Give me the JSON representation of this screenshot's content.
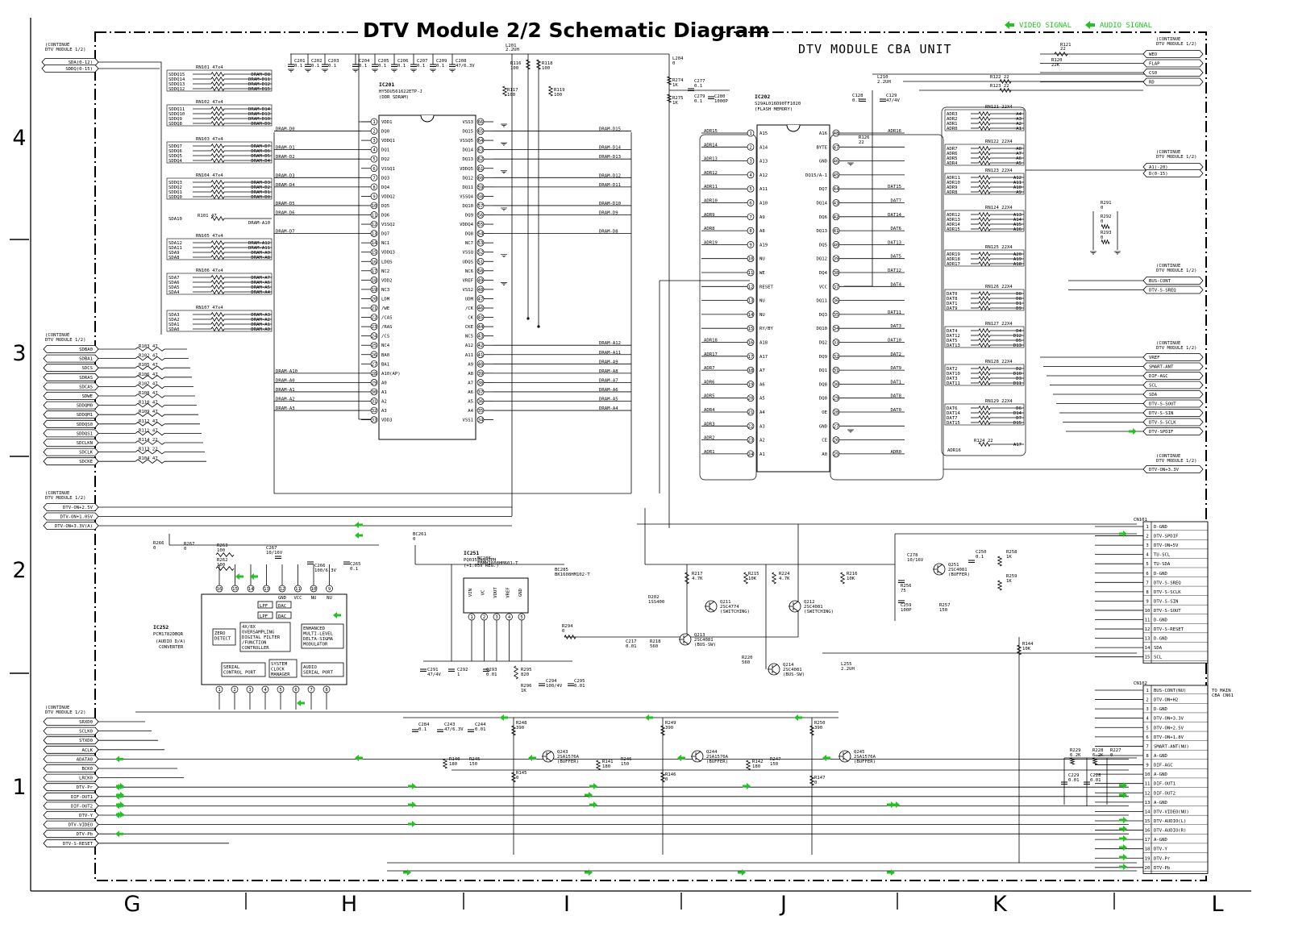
{
  "title": "DTV Module 2/2 Schematic Diagram",
  "unit_label": "DTV MODULE CBA UNIT",
  "legend": {
    "video": "VIDEO SIGNAL",
    "audio": "AUDIO SIGNAL",
    "color": "#22c222"
  },
  "grid": {
    "columns": [
      "G",
      "H",
      "I",
      "J",
      "K",
      "L"
    ],
    "rows": [
      "4",
      "3",
      "2",
      "1"
    ]
  },
  "continue": {
    "top_left": [
      "(CONTINUE",
      "DTV MODULE 1/2)"
    ],
    "mid_left": [
      "(CONTINUE",
      "DTV MODULE 1/2)"
    ],
    "pwr_left": [
      "(CONTINUE",
      "DTV MODULE 1/2)"
    ],
    "bot_left": [
      "(CONTINUE",
      "DTV MODULE 1/2)"
    ],
    "right": [
      "(CONTINUE",
      "DTV MODULE 1/2)"
    ],
    "to_main": [
      "TO MAIN",
      "CBA CN61"
    ]
  },
  "left_ports": {
    "top": [
      "SDA(0-12)",
      "SDDQ(0-15)"
    ],
    "mid": [
      "SDBA0",
      "SDBA1",
      "SDCS",
      "SDRAS",
      "SDCAS",
      "SDWE",
      "SDDQM0",
      "SDDQM1",
      "SDDQS0",
      "SDDQS1",
      "SDCLKN",
      "SDCLK",
      "SDCKE"
    ],
    "pwr": [
      "DTV-ON+2.5V",
      "DTV-ON+1.05V",
      "DTV-ON+3.3V(A)"
    ],
    "bot": [
      "SRXD0",
      "SCLK0",
      "STXD0",
      "ACLK",
      "ADATA0",
      "BCK0",
      "LRCK0",
      "DTV-Pr",
      "DIF-OUT1",
      "DIF-OUT2",
      "DTV-Y",
      "DTV-VIDEO",
      "DTV-Pb",
      "DTV-S-RESET"
    ]
  },
  "right_ports": {
    "ctrl": [
      "WEO",
      "FLAP",
      "CS0",
      "RD"
    ],
    "addr": [
      "A1(-20)",
      "D(0-15)"
    ],
    "bus": [
      "BUS-CONT",
      "DTV-S-SREQ"
    ],
    "sig": [
      "VREF",
      "SMART-ANT",
      "DIF-AGC",
      "SCL",
      "SDA",
      "DTV-S-SOUT",
      "DTV-S-SIN",
      "DTV-S-SCLK",
      "DTV-SPDIF"
    ],
    "pwr": [
      "DTV-ON+3.3V"
    ]
  },
  "series_r": {
    "refs": [
      "R103",
      "R102",
      "R105",
      "R106",
      "R107",
      "R108",
      "R110",
      "R109",
      "R112",
      "R111",
      "R114",
      "R113",
      "R104"
    ],
    "vals": [
      "47",
      "47",
      "47",
      "47",
      "47",
      "47",
      "47",
      "47",
      "47",
      "47",
      "22",
      "22",
      "47"
    ]
  },
  "rn_left": [
    {
      "ref": "RN101",
      "val": "47x4",
      "in": [
        "SDDQ15",
        "SDDQ14",
        "SDDQ13",
        "SDDQ12"
      ],
      "out": [
        "DRAM-D8",
        "DRAM-D11",
        "DRAM-D12",
        "DRAM-D15"
      ]
    },
    {
      "ref": "RN102",
      "val": "47x4",
      "in": [
        "SDDQ11",
        "SDDQ10",
        "SDDQ9",
        "SDDQ8"
      ],
      "out": [
        "DRAM-D14",
        "DRAM-D13",
        "DRAM-D10",
        "DRAM-D9"
      ]
    },
    {
      "ref": "RN103",
      "val": "47x4",
      "in": [
        "SDDQ7",
        "SDDQ6",
        "SDDQ5",
        "SDDQ4"
      ],
      "out": [
        "DRAM-D7",
        "DRAM-D6",
        "DRAM-D5",
        "DRAM-D4"
      ]
    },
    {
      "ref": "RN104",
      "val": "47x4",
      "in": [
        "SDDQ3",
        "SDDQ2",
        "SDDQ1",
        "SDDQ0"
      ],
      "out": [
        "DRAM-D3",
        "DRAM-D2",
        "DRAM-D1",
        "DRAM-D0"
      ]
    },
    {
      "ref": "RN105",
      "val": "47x4",
      "in": [
        "SDA12",
        "SDA11",
        "SDA9",
        "SDA8"
      ],
      "out": [
        "DRAM-A12",
        "DRAM-A11",
        "DRAM-A9",
        "DRAM-A8"
      ]
    },
    {
      "ref": "RN106",
      "val": "47x4",
      "in": [
        "SDA7",
        "SDA6",
        "SDA5",
        "SDA4"
      ],
      "out": [
        "DRAM-A7",
        "DRAM-A6",
        "DRAM-A5",
        "DRAM-A4"
      ]
    },
    {
      "ref": "RN107",
      "val": "47x4",
      "in": [
        "SDA3",
        "SDA2",
        "SDA1",
        "SDA0"
      ],
      "out": [
        "DRAM-A3",
        "DRAM-A2",
        "DRAM-A1",
        "DRAM-A0"
      ]
    }
  ],
  "r101": {
    "ref": "R101",
    "val": "47",
    "in": "SDA10",
    "out": "DRAM-A10"
  },
  "ic201": {
    "ref": "IC201",
    "part": "HY5DU561622ETP-J",
    "desc": "(DDR SDRAM)",
    "left": [
      [
        "1",
        "VDD1"
      ],
      [
        "2",
        "DQ0"
      ],
      [
        "3",
        "VDDQ1"
      ],
      [
        "4",
        "DQ1"
      ],
      [
        "5",
        "DQ2"
      ],
      [
        "6",
        "VSSQ1"
      ],
      [
        "7",
        "DQ3"
      ],
      [
        "8",
        "DQ4"
      ],
      [
        "9",
        "VDDQ2"
      ],
      [
        "10",
        "DQ5"
      ],
      [
        "11",
        "DQ6"
      ],
      [
        "12",
        "VSSQ2"
      ],
      [
        "13",
        "DQ7"
      ],
      [
        "14",
        "NC1"
      ],
      [
        "15",
        "VDDQ3"
      ],
      [
        "16",
        "LDQS"
      ],
      [
        "17",
        "NC2"
      ],
      [
        "18",
        "VDD2"
      ],
      [
        "19",
        "NC3"
      ],
      [
        "20",
        "LDM"
      ],
      [
        "21",
        "/WE"
      ],
      [
        "22",
        "/CAS"
      ],
      [
        "23",
        "/RAS"
      ],
      [
        "24",
        "/CS"
      ],
      [
        "25",
        "NC4"
      ],
      [
        "26",
        "BA0"
      ],
      [
        "27",
        "BA1"
      ],
      [
        "28",
        "A10(AP)"
      ],
      [
        "29",
        "A0"
      ],
      [
        "30",
        "A1"
      ],
      [
        "31",
        "A2"
      ],
      [
        "32",
        "A3"
      ],
      [
        "33",
        "VDD3"
      ]
    ],
    "right": [
      [
        "66",
        "VSS3"
      ],
      [
        "65",
        "DQ15"
      ],
      [
        "64",
        "VSSQ5"
      ],
      [
        "63",
        "DQ14"
      ],
      [
        "62",
        "DQ13"
      ],
      [
        "61",
        "VDDQ5"
      ],
      [
        "60",
        "DQ12"
      ],
      [
        "59",
        "DQ11"
      ],
      [
        "58",
        "VSSQ4"
      ],
      [
        "57",
        "DQ10"
      ],
      [
        "56",
        "DQ9"
      ],
      [
        "55",
        "VDDQ4"
      ],
      [
        "54",
        "DQ8"
      ],
      [
        "53",
        "NC7"
      ],
      [
        "52",
        "VSSQ"
      ],
      [
        "51",
        "UDQS"
      ],
      [
        "50",
        "NC6"
      ],
      [
        "49",
        "VREF"
      ],
      [
        "48",
        "VSS2"
      ],
      [
        "47",
        "UDM"
      ],
      [
        "46",
        "/CK"
      ],
      [
        "45",
        "CK"
      ],
      [
        "44",
        "CKE"
      ],
      [
        "43",
        "NC5"
      ],
      [
        "42",
        "A12"
      ],
      [
        "41",
        "A11"
      ],
      [
        "40",
        "A9"
      ],
      [
        "39",
        "A8"
      ],
      [
        "38",
        "A7"
      ],
      [
        "37",
        "A6"
      ],
      [
        "36",
        "A5"
      ],
      [
        "35",
        "A4"
      ],
      [
        "34",
        "VSS1"
      ]
    ]
  },
  "ic201_left_nets": [
    "",
    "DRAM-D0",
    "",
    "DRAM-D1",
    "DRAM-D2",
    "",
    "DRAM-D3",
    "DRAM-D4",
    "",
    "DRAM-D5",
    "DRAM-D6",
    "",
    "DRAM-D7",
    "",
    "",
    "",
    "",
    "",
    "",
    "",
    "",
    "",
    "",
    "",
    "",
    "",
    "",
    "DRAM-A10",
    "DRAM-A0",
    "DRAM-A1",
    "DRAM-A2",
    "DRAM-A3",
    ""
  ],
  "ic201_right_nets": [
    "",
    "DRAM-D15",
    "",
    "DRAM-D14",
    "DRAM-D13",
    "",
    "DRAM-D12",
    "DRAM-D11",
    "",
    "DRAM-D10",
    "DRAM-D9",
    "",
    "DRAM-D8",
    "",
    "",
    "",
    "",
    "",
    "",
    "",
    "",
    "",
    "",
    "",
    "DRAM-A12",
    "DRAM-A11",
    "DRAM-A9",
    "DRAM-A8",
    "DRAM-A7",
    "DRAM-A6",
    "DRAM-A5",
    "DRAM-A4",
    ""
  ],
  "caps_top": [
    [
      "C201",
      "0.1"
    ],
    [
      "C202",
      "0.1"
    ],
    [
      "C203",
      "0.1"
    ],
    [
      "C204",
      "0.1"
    ],
    [
      "C205",
      "0.1"
    ],
    [
      "C206",
      "0.1"
    ],
    [
      "C207",
      "0.1"
    ],
    [
      "C209",
      "0.1"
    ],
    [
      "C208",
      "47/6.3V"
    ]
  ],
  "top_parts": [
    [
      "L201",
      "2.2UH"
    ],
    [
      "R116",
      "100"
    ],
    [
      "R118",
      "100"
    ],
    [
      "R117",
      "100"
    ],
    [
      "R119",
      "100"
    ],
    [
      "L204",
      "0"
    ],
    [
      "R274",
      "1K"
    ],
    [
      "R275",
      "1K"
    ],
    [
      "C277",
      "0.1"
    ],
    [
      "C279",
      "0.1"
    ],
    [
      "C280",
      "1000P"
    ],
    [
      "L210",
      "2.2UH"
    ],
    [
      "C128",
      "0.1"
    ],
    [
      "C129",
      "47/4V"
    ],
    [
      "R121",
      "22"
    ],
    [
      "R120",
      "22K"
    ],
    [
      "R122",
      "22"
    ],
    [
      "R123",
      "22"
    ]
  ],
  "ic202": {
    "ref": "IC202",
    "part": "S29AL016D90TF1020",
    "desc": "(FLASH MEMORY)",
    "left": [
      [
        "1",
        "A15"
      ],
      [
        "2",
        "A14"
      ],
      [
        "3",
        "A13"
      ],
      [
        "4",
        "A12"
      ],
      [
        "5",
        "A11"
      ],
      [
        "6",
        "A10"
      ],
      [
        "7",
        "A9"
      ],
      [
        "8",
        "A8"
      ],
      [
        "9",
        "A19"
      ],
      [
        "10",
        "NU"
      ],
      [
        "11",
        "WE"
      ],
      [
        "12",
        "RESET"
      ],
      [
        "13",
        "NU"
      ],
      [
        "14",
        "NU"
      ],
      [
        "15",
        "RY/BY"
      ],
      [
        "16",
        "A18"
      ],
      [
        "17",
        "A17"
      ],
      [
        "18",
        "A7"
      ],
      [
        "19",
        "A6"
      ],
      [
        "20",
        "A5"
      ],
      [
        "21",
        "A4"
      ],
      [
        "22",
        "A3"
      ],
      [
        "23",
        "A2"
      ],
      [
        "24",
        "A1"
      ]
    ],
    "right": [
      [
        "48",
        "A16"
      ],
      [
        "47",
        "BYTE"
      ],
      [
        "46",
        "GND"
      ],
      [
        "45",
        "DQ15/A-1"
      ],
      [
        "44",
        "DQ7"
      ],
      [
        "43",
        "DQ14"
      ],
      [
        "42",
        "DQ6"
      ],
      [
        "41",
        "DQ13"
      ],
      [
        "40",
        "DQ5"
      ],
      [
        "39",
        "DQ12"
      ],
      [
        "38",
        "DQ4"
      ],
      [
        "37",
        "VCC"
      ],
      [
        "36",
        "DQ11"
      ],
      [
        "35",
        "DQ3"
      ],
      [
        "34",
        "DQ10"
      ],
      [
        "33",
        "DQ2"
      ],
      [
        "32",
        "DQ9"
      ],
      [
        "31",
        "DQ1"
      ],
      [
        "30",
        "DQ8"
      ],
      [
        "29",
        "DQ0"
      ],
      [
        "28",
        "OE"
      ],
      [
        "27",
        "GND"
      ],
      [
        "26",
        "CE"
      ],
      [
        "25",
        "A0"
      ]
    ]
  },
  "ic202_left_nets": [
    "ADR15",
    "ADR14",
    "ADR13",
    "ADR12",
    "ADR11",
    "ADR10",
    "ADR9",
    "ADR8",
    "ADR19",
    "",
    "",
    "",
    "",
    "",
    "",
    "ADR18",
    "ADR17",
    "ADR7",
    "ADR6",
    "ADR5",
    "ADR4",
    "ADR3",
    "ADR2",
    "ADR1"
  ],
  "ic202_right_nets": [
    "ADR16",
    "",
    "",
    "",
    "DAT15",
    "DAT7",
    "DAT14",
    "DAT6",
    "DAT13",
    "DAT5",
    "DAT12",
    "DAT4",
    "",
    "DAT11",
    "DAT3",
    "DAT10",
    "DAT2",
    "DAT9",
    "DAT1",
    "DAT8",
    "DAT0",
    "",
    "",
    "ADR0"
  ],
  "r126": {
    "ref": "R126",
    "val": "22"
  },
  "rn_right": [
    {
      "ref": "RN121",
      "val": "22X4",
      "in": [
        "ADR3",
        "ADR2",
        "ADR1",
        "ADR0"
      ],
      "out": [
        "A4",
        "A3",
        "A2",
        "A1"
      ]
    },
    {
      "ref": "RN122",
      "val": "22X4",
      "in": [
        "ADR7",
        "ADR6",
        "ADR5",
        "ADR4"
      ],
      "out": [
        "A8",
        "A7",
        "A6",
        "A5"
      ]
    },
    {
      "ref": "RN123",
      "val": "22X4",
      "in": [
        "ADR11",
        "ADR10",
        "ADR9",
        "ADR8"
      ],
      "out": [
        "A12",
        "A11",
        "A10",
        "A9"
      ]
    },
    {
      "ref": "RN124",
      "val": "22X4",
      "in": [
        "ADR12",
        "ADR13",
        "ADR14",
        "ADR15"
      ],
      "out": [
        "A13",
        "A14",
        "A15",
        "A16"
      ]
    },
    {
      "ref": "RN125",
      "val": "22X4",
      "in": [
        "ADR19",
        "ADR18",
        "ADR17"
      ],
      "out": [
        "A20",
        "A19",
        "A18"
      ]
    },
    {
      "ref": "RN126",
      "val": "22X4",
      "in": [
        "DAT0",
        "DAT8",
        "DAT1",
        "DAT9"
      ],
      "out": [
        "D0",
        "D8",
        "D1",
        "D9"
      ]
    },
    {
      "ref": "RN127",
      "val": "22X4",
      "in": [
        "DAT4",
        "DAT12",
        "DAT5",
        "DAT13"
      ],
      "out": [
        "D4",
        "D12",
        "D5",
        "D13"
      ]
    },
    {
      "ref": "RN128",
      "val": "22X4",
      "in": [
        "DAT2",
        "DAT10",
        "DAT3",
        "DAT11"
      ],
      "out": [
        "D2",
        "D10",
        "D3",
        "D11"
      ]
    },
    {
      "ref": "RN129",
      "val": "22X4",
      "in": [
        "DAT6",
        "DAT14",
        "DAT7",
        "DAT15"
      ],
      "out": [
        "D6",
        "D14",
        "D7",
        "D15"
      ]
    }
  ],
  "r124": {
    "ref": "R124",
    "val": "22",
    "in": "ADR16",
    "out": "A17"
  },
  "r291": [
    [
      "R291",
      "0"
    ],
    [
      "R292",
      "0"
    ],
    [
      "R293",
      "0"
    ]
  ],
  "ic252": {
    "ref": "IC252",
    "part": "PCM1782DBQR",
    "desc1": "(AUDIO D/A)",
    "desc2": "CONVERTER",
    "top": [
      [
        "16",
        ""
      ],
      [
        "15",
        ""
      ],
      [
        "14",
        ""
      ],
      [
        "13",
        ""
      ],
      [
        "12",
        "GND"
      ],
      [
        "11",
        "VCC"
      ],
      [
        "10",
        "NU"
      ],
      [
        "9",
        "NU"
      ]
    ],
    "bot": [
      [
        "1",
        ""
      ],
      [
        "2",
        ""
      ],
      [
        "3",
        ""
      ],
      [
        "4",
        ""
      ],
      [
        "5",
        ""
      ],
      [
        "6",
        ""
      ],
      [
        "7",
        ""
      ],
      [
        "8",
        ""
      ]
    ],
    "lpf": "LPF",
    "dac": "DAC",
    "zero": [
      "ZERO",
      "DETECT"
    ],
    "overs": [
      "4X/8X",
      "OVERSAMPLING",
      "DIGITAL FILTER",
      "/FUNCTION",
      "CONTROLLER"
    ],
    "enh": [
      "ENHANCED",
      "MULTI-LEVEL",
      "DELTA-SIGMA",
      "MODULATOR"
    ],
    "serial": [
      "SERIAL",
      "CONTROL PORT"
    ],
    "clock": [
      "SYSTEM",
      "CLOCK",
      "MANAGER"
    ],
    "audio": [
      "AUDIO",
      "SERIAL PORT"
    ]
  },
  "ic252_parts": [
    [
      "R266",
      "0"
    ],
    [
      "R267",
      "0"
    ],
    [
      "R263",
      "100"
    ],
    [
      "R262",
      "100"
    ],
    [
      "C267",
      "10/16V"
    ],
    [
      "C266",
      "100/6.3V"
    ],
    [
      "C265",
      "0.1"
    ]
  ],
  "ic251": {
    "ref": "IC251",
    "part": "PQ035ZN1HZPH",
    "desc": "(+1.05V REG.)",
    "pins": [
      [
        "1",
        "VIN"
      ],
      [
        "2",
        "VC"
      ],
      [
        "3",
        "VOUT"
      ],
      [
        "4",
        "VREF"
      ],
      [
        "5",
        "GND"
      ]
    ]
  },
  "ic251_parts": [
    [
      "BC261",
      "0"
    ],
    [
      "BC286",
      "FBMH1608HM601-T"
    ],
    [
      "BC285",
      "BK1608HM102-T"
    ],
    [
      "C291",
      "47/4V"
    ],
    [
      "C292",
      "1"
    ],
    [
      "C293",
      "0.01"
    ],
    [
      "R295",
      "820"
    ],
    [
      "R296",
      "1K"
    ],
    [
      "C294",
      "100/4V"
    ],
    [
      "C295",
      "0.01"
    ],
    [
      "R294",
      "0"
    ]
  ],
  "mid_parts": [
    [
      "D202",
      "1SS400"
    ],
    [
      "R217",
      "4.7K"
    ],
    [
      "R215",
      "10K"
    ],
    [
      "R224",
      "4.7K"
    ],
    [
      "R216",
      "10K"
    ],
    [
      "C217",
      "0.01"
    ],
    [
      "R218",
      "560"
    ],
    [
      "R220",
      "560"
    ],
    [
      "L255",
      "2.2UH"
    ],
    [
      "C278",
      "10/16V"
    ],
    [
      "C250",
      "0.1"
    ],
    [
      "R258",
      "1K"
    ],
    [
      "R256",
      "75"
    ],
    [
      "C259",
      "100P"
    ],
    [
      "R257",
      "150"
    ],
    [
      "R259",
      "1K"
    ],
    [
      "R144",
      "10K"
    ]
  ],
  "transistors": [
    {
      "ref": "Q211",
      "part": "2SC4774",
      "note": "(SWITCHING)"
    },
    {
      "ref": "Q212",
      "part": "2SC4081",
      "note": "(SWITCHING)"
    },
    {
      "ref": "Q213",
      "part": "2SC4081",
      "note": "(BUS-SW)"
    },
    {
      "ref": "Q214",
      "part": "2SC4081",
      "note": "(BUS-SW)"
    },
    {
      "ref": "Q251",
      "part": "2SC4081",
      "note": "(BUFFER)"
    },
    {
      "ref": "Q243",
      "part": "2SA1576A",
      "note": "(BUFFER)"
    },
    {
      "ref": "Q244",
      "part": "2SA1576A",
      "note": "(BUFFER)"
    },
    {
      "ref": "Q245",
      "part": "2SA1576A",
      "note": "(BUFFER)"
    }
  ],
  "bottom_parts": [
    [
      "C284",
      "0.1"
    ],
    [
      "C243",
      "47/6.3V"
    ],
    [
      "C244",
      "0.01"
    ],
    [
      "R248",
      "390"
    ],
    [
      "R249",
      "390"
    ],
    [
      "R250",
      "390"
    ],
    [
      "R140",
      "180"
    ],
    [
      "R245",
      "150"
    ],
    [
      "R141",
      "180"
    ],
    [
      "R246",
      "150"
    ],
    [
      "R142",
      "180"
    ],
    [
      "R247",
      "150"
    ],
    [
      "R145",
      "0"
    ],
    [
      "R146",
      "0"
    ],
    [
      "R147",
      "0"
    ],
    [
      "R229",
      "6.2K"
    ],
    [
      "R228",
      "6.2K"
    ],
    [
      "R227",
      "0"
    ],
    [
      "C229",
      "0.01"
    ],
    [
      "C228",
      "0.01"
    ]
  ],
  "cn101": {
    "ref": "CN101",
    "pins": [
      "D-GND",
      "DTV-SPDIF",
      "DTV-ON+5V",
      "TU-SCL",
      "TU-SDA",
      "D-GND",
      "DTV-S-SREQ",
      "DTV-S-SCLK",
      "DTV-S-SIN",
      "DTV-S-SOUT",
      "D-GND",
      "DTV-S-RESET",
      "D-GND",
      "SDA",
      "SCL"
    ]
  },
  "cn102": {
    "ref": "CN102",
    "pins": [
      "BUS-CONT(NU)",
      "DTV-ON+H2",
      "D-GND",
      "DTV-ON+3.3V",
      "DTV-ON+2.5V",
      "DTV-ON+1.8V",
      "SMART-ANT(NU)",
      "A-GND",
      "DIF-AGC",
      "A-GND",
      "DIF-OUT1",
      "DIF-OUT2",
      "A-GND",
      "DTV-VIDEO(NU)",
      "DTV-AUDIO(L)",
      "DTV-AUDIO(R)",
      "A-GND",
      "DTV-Y",
      "DTV-Pr",
      "DTV-Pb"
    ]
  }
}
